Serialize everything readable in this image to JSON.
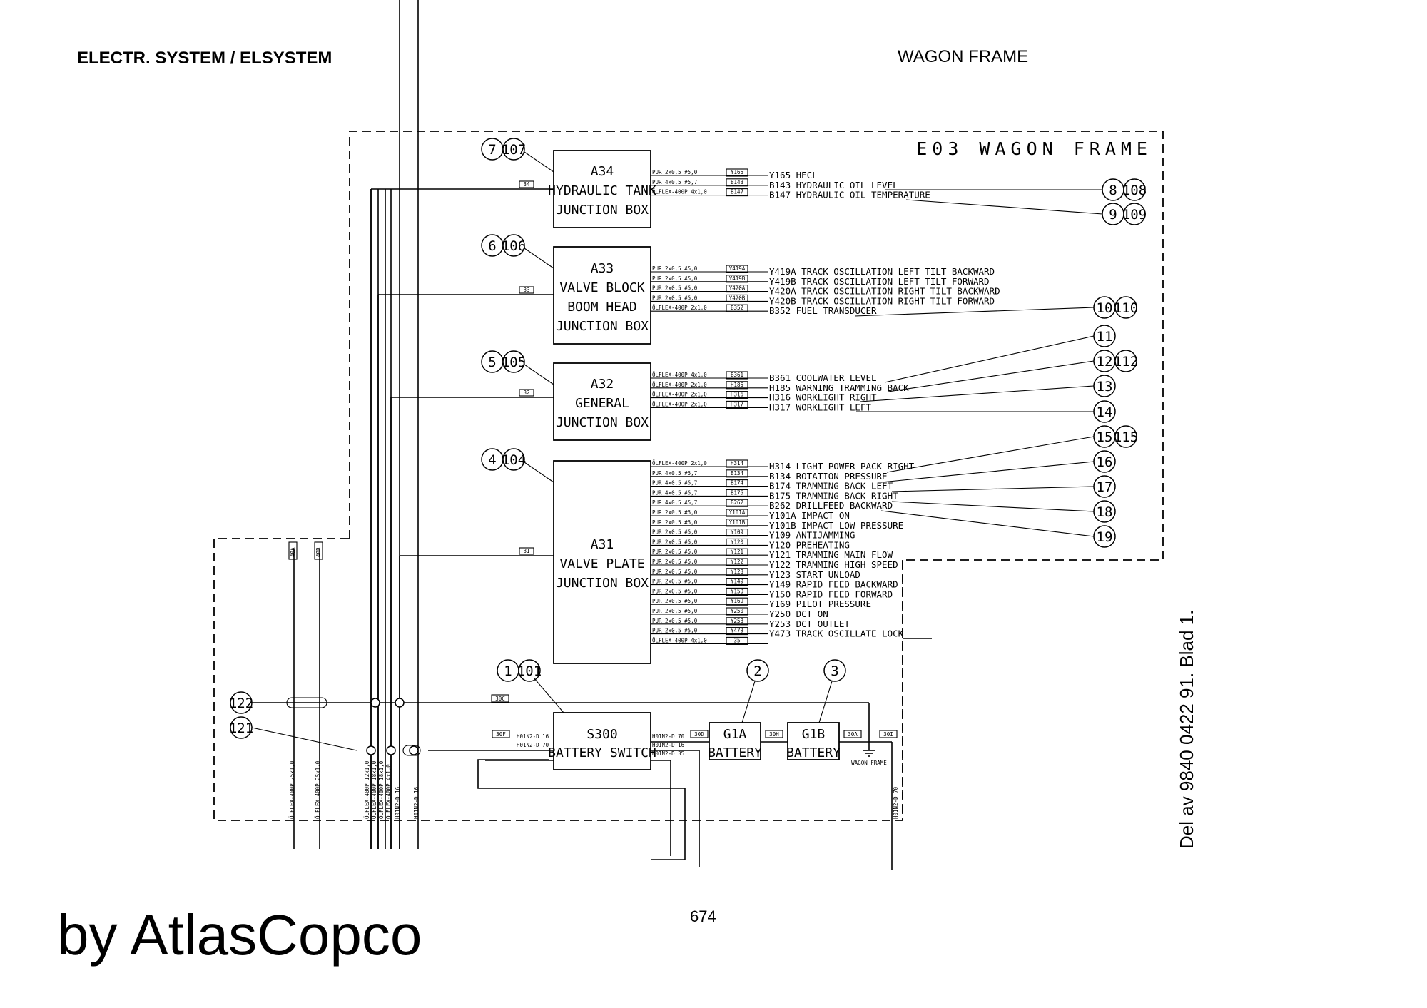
{
  "header": {
    "left": "ELECTR. SYSTEM / ELSYSTEM",
    "right": "WAGON FRAME"
  },
  "page_number": "674",
  "brand": "by AtlasCopco",
  "doc_ref": "Del av 9840 0422 91. Blad 1.",
  "diagram": {
    "title": "E03  WAGON  FRAME",
    "ground_label": "WAGON FRAME",
    "boxes": [
      {
        "id": "a34",
        "name": "A34",
        "lines": [
          "HYDRAULIC TANK",
          "JUNCTION BOX"
        ],
        "ref1": "7",
        "ref2": "107",
        "cable_tag": "34"
      },
      {
        "id": "a33",
        "name": "A33",
        "lines": [
          "VALVE BLOCK",
          "BOOM HEAD",
          "JUNCTION BOX"
        ],
        "ref1": "6",
        "ref2": "106",
        "cable_tag": "33"
      },
      {
        "id": "a32",
        "name": "A32",
        "lines": [
          "GENERAL",
          "JUNCTION BOX"
        ],
        "ref1": "5",
        "ref2": "105",
        "cable_tag": "32"
      },
      {
        "id": "a31",
        "name": "A31",
        "lines": [
          "VALVE PLATE",
          "JUNCTION BOX"
        ],
        "ref1": "4",
        "ref2": "104",
        "cable_tag": "31"
      },
      {
        "id": "s300",
        "name": "S300",
        "lines": [
          "BATTERY SWITCH"
        ],
        "ref1": "1",
        "ref2": "101"
      },
      {
        "id": "g1a",
        "name": "G1A",
        "lines": [
          "BATTERY"
        ],
        "ref1": "2"
      },
      {
        "id": "g1b",
        "name": "G1B",
        "lines": [
          "BATTERY"
        ],
        "ref1": "3"
      }
    ],
    "signals_a34": [
      {
        "cable": "PUR 2x0,5 #5,0",
        "tag": "Y165",
        "label": "Y165 HECL"
      },
      {
        "cable": "PUR 4x0,5 #5,7",
        "tag": "B143",
        "label": "B143 HYDRAULIC OIL LEVEL"
      },
      {
        "cable": "ÖLFLEX-400P 4x1,0",
        "tag": "B147",
        "label": "B147 HYDRAULIC OIL TEMPERATURE"
      }
    ],
    "signals_a33": [
      {
        "cable": "PUR 2x0,5 #5,0",
        "tag": "Y419A",
        "label": "Y419A TRACK OSCILLATION LEFT TILT BACKWARD"
      },
      {
        "cable": "PUR 2x0,5 #5,0",
        "tag": "Y419B",
        "label": "Y419B TRACK OSCILLATION LEFT TILT FORWARD"
      },
      {
        "cable": "PUR 2x0,5 #5,0",
        "tag": "Y420A",
        "label": "Y420A TRACK OSCILLATION RIGHT TILT BACKWARD"
      },
      {
        "cable": "PUR 2x0,5 #5,0",
        "tag": "Y420B",
        "label": "Y420B TRACK OSCILLATION RIGHT TILT FORWARD"
      },
      {
        "cable": "ÖLFLEX-400P 2x1,0",
        "tag": "B352",
        "label": "B352 FUEL TRANSDUCER"
      }
    ],
    "signals_a32": [
      {
        "cable": "ÖLFLEX-400P 4x1,0",
        "tag": "B361",
        "label": "B361 COOLWATER LEVEL"
      },
      {
        "cable": "ÖLFLEX-400P 2x1,0",
        "tag": "H185",
        "label": "H185 WARNING TRAMMING BACK"
      },
      {
        "cable": "ÖLFLEX-400P 2x1,0",
        "tag": "H316",
        "label": "H316 WORKLIGHT RIGHT"
      },
      {
        "cable": "ÖLFLEX-400P 2x1,0",
        "tag": "H317",
        "label": "H317 WORKLIGHT LEFT"
      }
    ],
    "signals_a31": [
      {
        "cable": "ÖLFLEX-400P 2x1,0",
        "tag": "H314",
        "label": "H314 LIGHT POWER PACK RIGHT"
      },
      {
        "cable": "PUR 4x0,5 #5,7",
        "tag": "B134",
        "label": "B134 ROTATION PRESSURE"
      },
      {
        "cable": "PUR 4x0,5 #5,7",
        "tag": "B174",
        "label": "B174 TRAMMING BACK LEFT"
      },
      {
        "cable": "PUR 4x0,5 #5,7",
        "tag": "B175",
        "label": "B175 TRAMMING BACK RIGHT"
      },
      {
        "cable": "PUR 4x0,5 #5,7",
        "tag": "B262",
        "label": "B262 DRILLFEED BACKWARD"
      },
      {
        "cable": "PUR 2x0,5 #5,0",
        "tag": "Y101A",
        "label": "Y101A IMPACT ON"
      },
      {
        "cable": "PUR 2x0,5 #5,0",
        "tag": "Y101B",
        "label": "Y101B IMPACT LOW PRESSURE"
      },
      {
        "cable": "PUR 2x0,5 #5,0",
        "tag": "Y109",
        "label": "Y109 ANTIJAMMING"
      },
      {
        "cable": "PUR 2x0,5 #5,0",
        "tag": "Y120",
        "label": "Y120 PREHEATING"
      },
      {
        "cable": "PUR 2x0,5 #5,0",
        "tag": "Y121",
        "label": "Y121 TRAMMING MAIN FLOW"
      },
      {
        "cable": "PUR 2x0,5 #5,0",
        "tag": "Y122",
        "label": "Y122 TRAMMING HIGH SPEED"
      },
      {
        "cable": "PUR 2x0,5 #5,0",
        "tag": "Y123",
        "label": "Y123 START UNLOAD"
      },
      {
        "cable": "PUR 2x0,5 #5,0",
        "tag": "Y149",
        "label": "Y149 RAPID FEED BACKWARD"
      },
      {
        "cable": "PUR 2x0,5 #5,0",
        "tag": "Y150",
        "label": "Y150 RAPID FEED FORWARD"
      },
      {
        "cable": "PUR 2x0,5 #5,0",
        "tag": "Y169",
        "label": "Y169 PILOT PRESSURE"
      },
      {
        "cable": "PUR 2x0,5 #5,0",
        "tag": "Y250",
        "label": "Y250 DCT ON"
      },
      {
        "cable": "PUR 2x0,5 #5,0",
        "tag": "Y253",
        "label": "Y253 DCT OUTLET"
      },
      {
        "cable": "PUR 2x0,5 #5,0",
        "tag": "Y473",
        "label": "Y473 TRACK OSCILLATE LOCK"
      },
      {
        "cable": "ÖLFLEX-400P 4x1,0",
        "tag": "35",
        "label": ""
      }
    ],
    "right_refs": [
      {
        "n": "8",
        "m": "108"
      },
      {
        "n": "9",
        "m": "109"
      },
      {
        "n": "10",
        "m": "110"
      },
      {
        "n": "11",
        "m": ""
      },
      {
        "n": "12",
        "m": "112"
      },
      {
        "n": "13",
        "m": ""
      },
      {
        "n": "14",
        "m": ""
      },
      {
        "n": "15",
        "m": "115"
      },
      {
        "n": "16",
        "m": ""
      },
      {
        "n": "17",
        "m": ""
      },
      {
        "n": "18",
        "m": ""
      },
      {
        "n": "19",
        "m": ""
      }
    ],
    "left_refs": [
      "122",
      "121"
    ],
    "vertical_cables": [
      "ÖLFLEX-400P 25x1,0",
      "ÖLFLEX-400P 25x1,0",
      "ÖLFLEX-400P 12x1,0",
      "ÖLFLEX-400P 18x1,0",
      "ÖLFLEX-400P 18x1,0",
      "ÖLFLEX-400P 4x1,0",
      "H01N2-D 16",
      "H01N2-D 16"
    ],
    "vertical_tags": [
      "40A",
      "40B"
    ],
    "power_tags": [
      "30C",
      "30F",
      "30D",
      "30H",
      "30A",
      "30I"
    ],
    "power_cables": [
      "H01N2-D 16",
      "H01N2-D 70",
      "H01N2-D 70",
      "H01N2-D 16",
      "H01N2-D 35",
      "H01N2-D 70"
    ]
  }
}
